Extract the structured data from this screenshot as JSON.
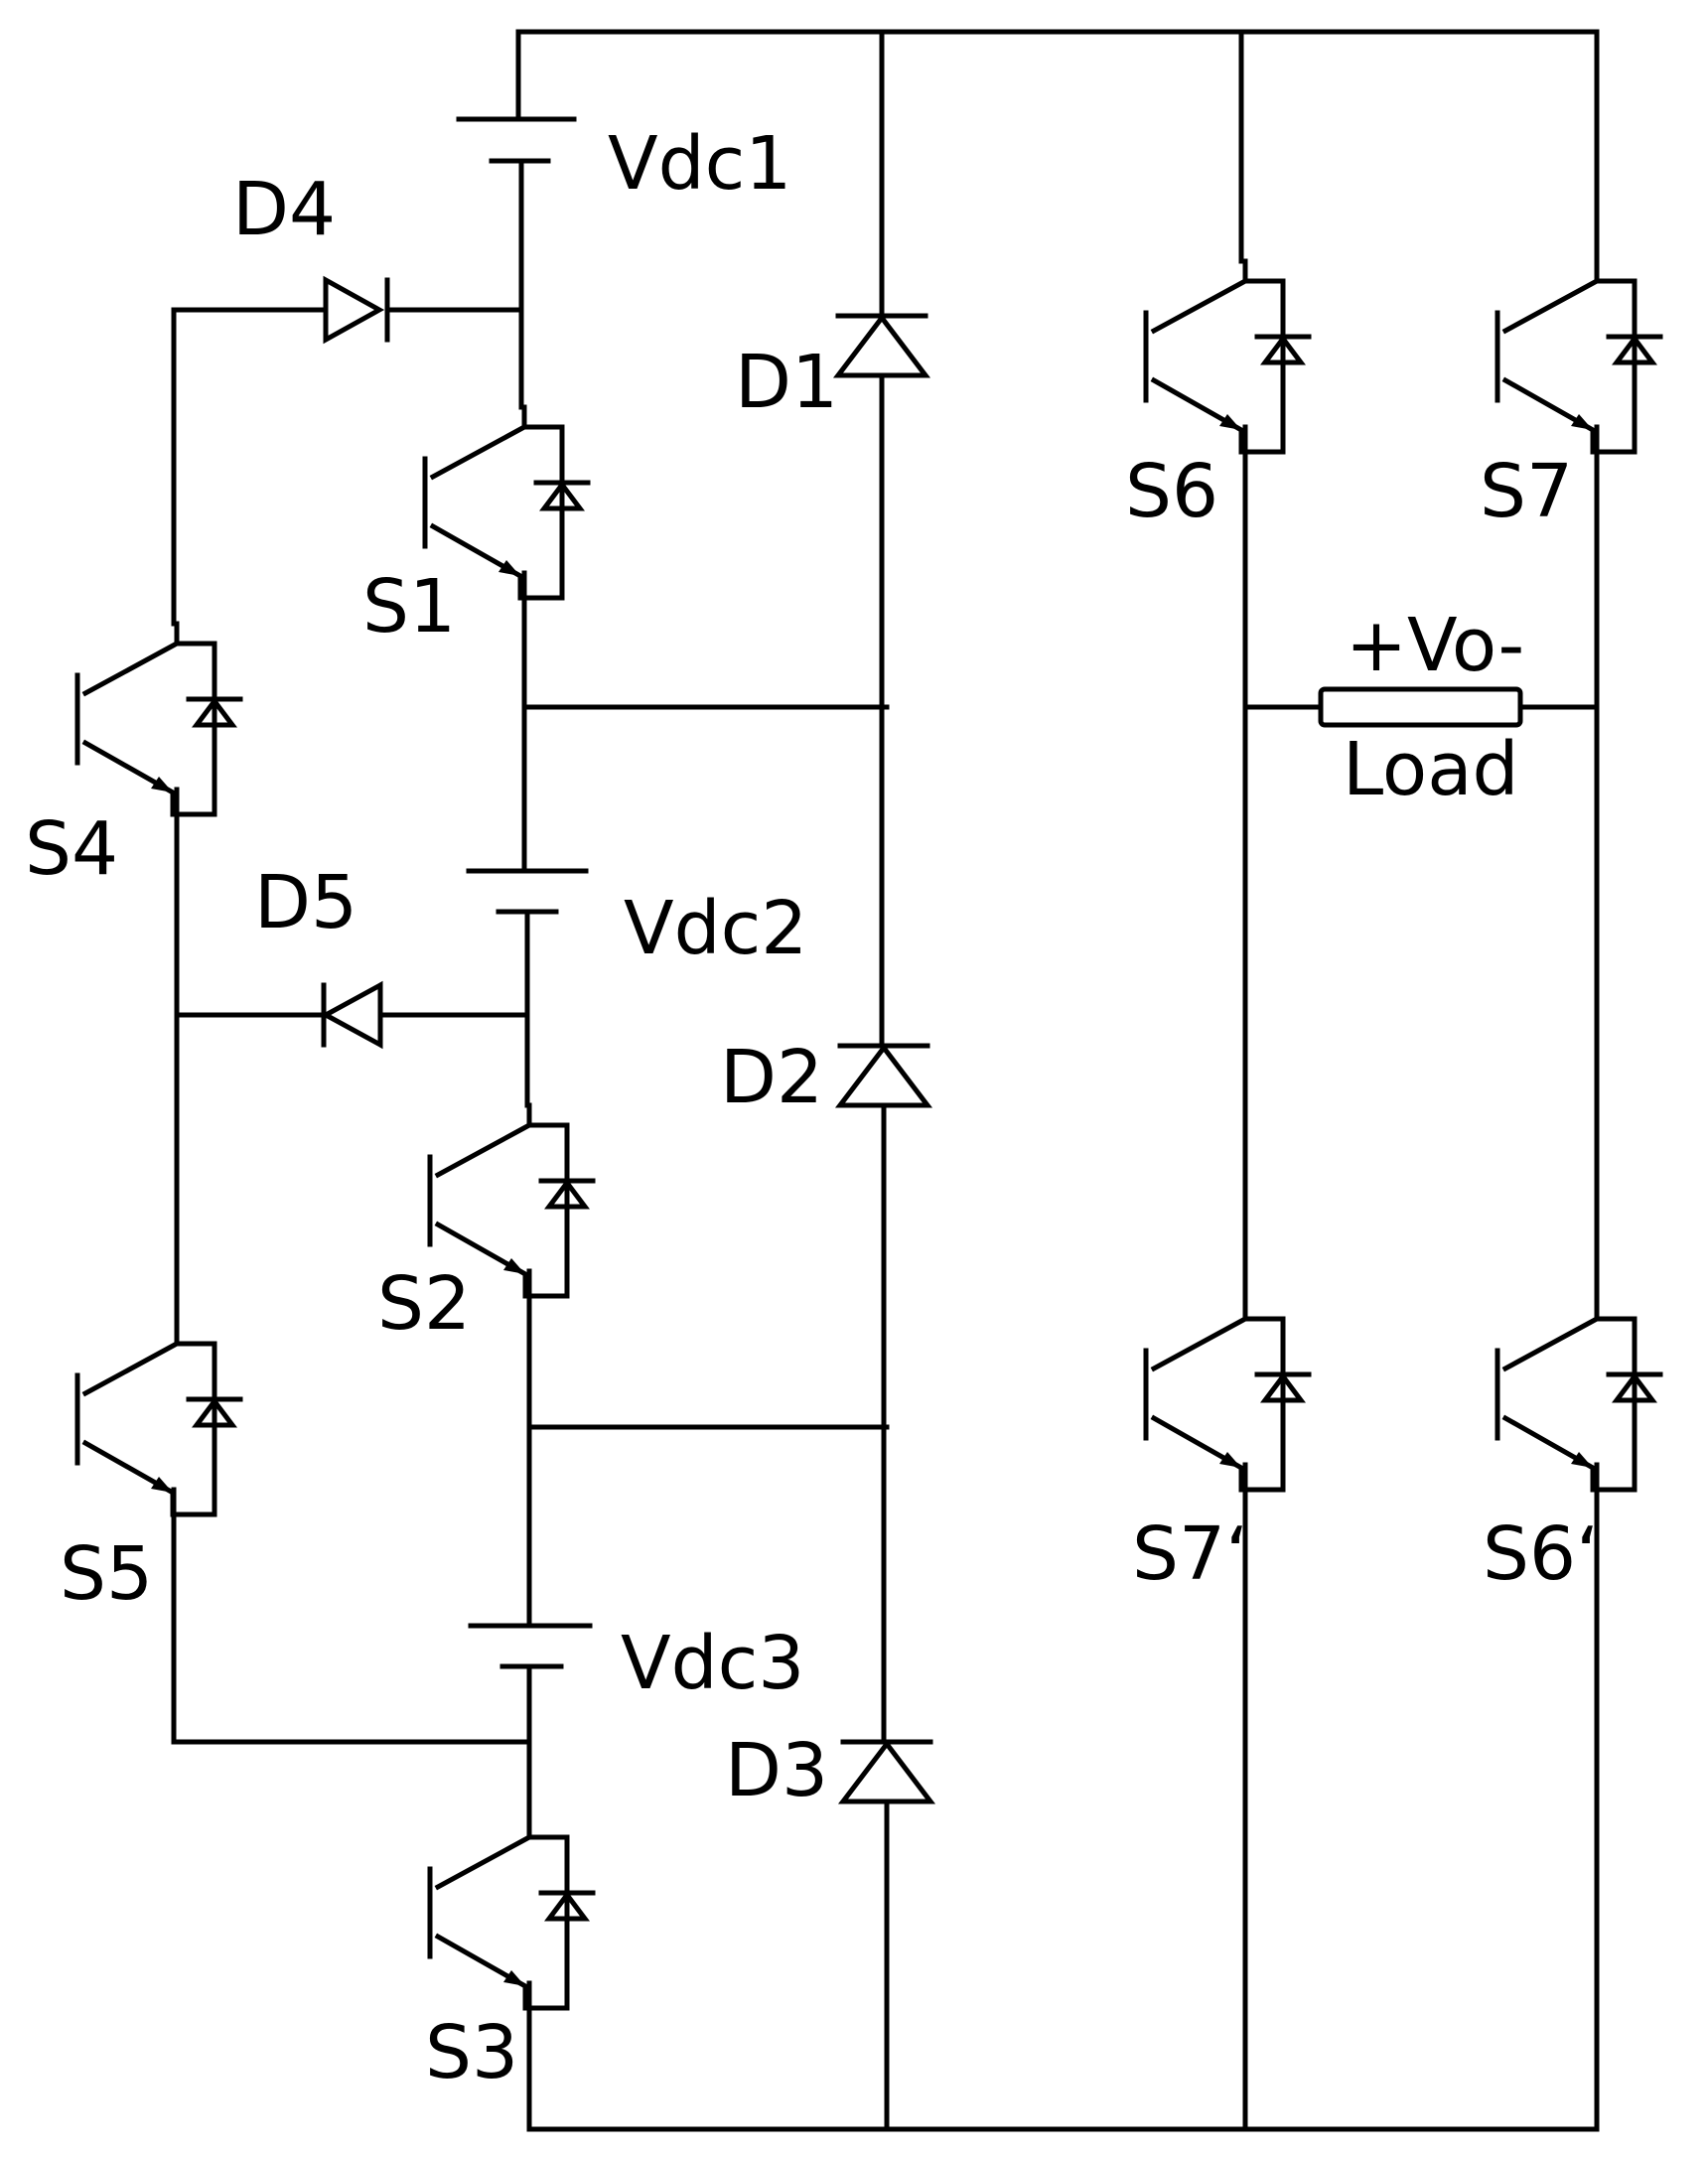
{
  "diagram": {
    "sources": {
      "vdc1": "Vdc1",
      "vdc2": "Vdc2",
      "vdc3": "Vdc3"
    },
    "diodes": {
      "d1": "D1",
      "d2": "D2",
      "d3": "D3",
      "d4": "D4",
      "d5": "D5"
    },
    "switches": {
      "s1": "S1",
      "s2": "S2",
      "s3": "S3",
      "s4": "S4",
      "s5": "S5",
      "s6": "S6",
      "s7": "S7",
      "s7p": "S7‘",
      "s6p": "S6‘"
    },
    "load": {
      "voltage_label": "+Vo-",
      "name": "Load"
    }
  }
}
